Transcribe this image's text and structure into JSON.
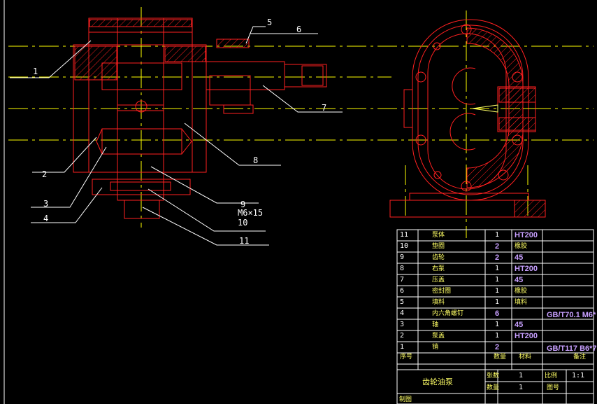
{
  "drawing": {
    "part_labels": [
      "1",
      "2",
      "3",
      "4",
      "5",
      "6",
      "7",
      "8",
      "9",
      "M6×15",
      "10",
      "11"
    ],
    "bom_rows": [
      {
        "no": "11",
        "name": "泵体",
        "qty": "1",
        "material": "HT200",
        "note": ""
      },
      {
        "no": "10",
        "name": "垫圈",
        "qty": "2",
        "material": "橡胶",
        "note": ""
      },
      {
        "no": "9",
        "name": "齿轮",
        "qty": "2",
        "material": "45",
        "note": ""
      },
      {
        "no": "8",
        "name": "右泵",
        "qty": "1",
        "material": "HT200",
        "note": ""
      },
      {
        "no": "7",
        "name": "压盖",
        "qty": "1",
        "material": "45",
        "note": ""
      },
      {
        "no": "6",
        "name": "密封圈",
        "qty": "1",
        "material": "橡胶",
        "note": ""
      },
      {
        "no": "5",
        "name": "填料",
        "qty": "1",
        "material": "填料",
        "note": ""
      },
      {
        "no": "4",
        "name": "内六角螺钉",
        "qty": "6",
        "material": "",
        "note": "GB/T70.1 M6*"
      },
      {
        "no": "3",
        "name": "轴",
        "qty": "1",
        "material": "45",
        "note": ""
      },
      {
        "no": "2",
        "name": "泵盖",
        "qty": "1",
        "material": "HT200",
        "note": ""
      },
      {
        "no": "1",
        "name": "销",
        "qty": "2",
        "material": "",
        "note": "GB/T117 B6*7"
      }
    ],
    "bom_header": {
      "no": "序号",
      "qty": "数量",
      "material": "材料",
      "note": "备注"
    },
    "title_block": {
      "title": "齿轮油泵",
      "sheets_label": "张数",
      "sheets_value": "1",
      "qty_label": "数量",
      "qty_value": "1",
      "scale_label": "比例",
      "scale_value": "1:1",
      "drawing_no_label": "图号",
      "drawn_label": "制图"
    },
    "colors": {
      "outline": "#ff2020",
      "centerline": "#ffff00",
      "leader": "#ffffff",
      "hatch": "#ff2020",
      "bom_line": "#ffffff"
    }
  }
}
